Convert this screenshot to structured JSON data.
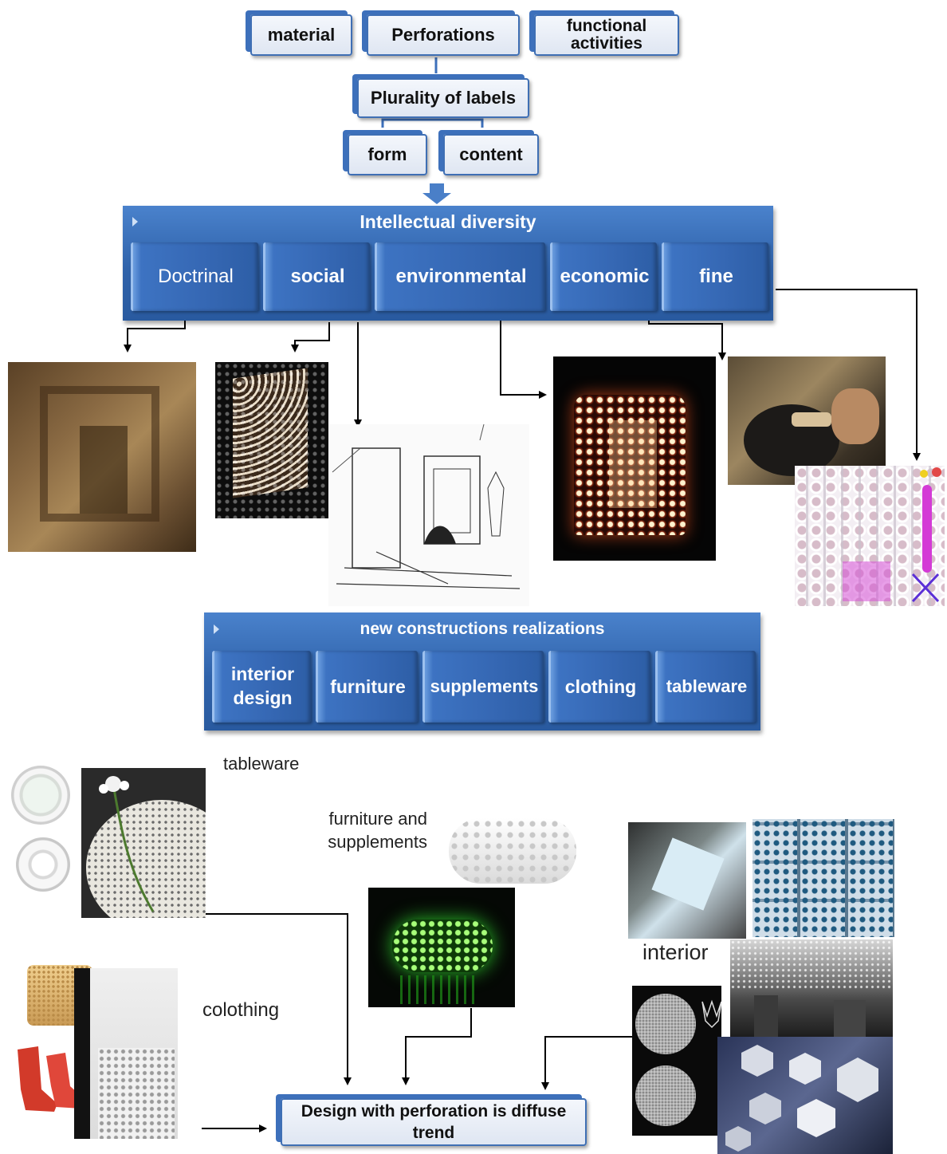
{
  "top_labels": {
    "material": "material",
    "perforations": "Perforations",
    "functional": "functional activities",
    "plurality": "Plurality of labels",
    "form": "form",
    "content": "content"
  },
  "intellectual": {
    "title": "Intellectual diversity",
    "items": [
      "Doctrinal",
      "social",
      "environmental",
      "economic",
      "fine"
    ]
  },
  "realizations": {
    "title": "new constructions realizations",
    "items": [
      "interior design",
      "furniture",
      "supplements",
      "clothing",
      "tableware"
    ]
  },
  "captions": {
    "tableware": "tableware",
    "furniture_supplements": "furniture and supplements",
    "interior": "interior",
    "clothing": "colothing"
  },
  "result": {
    "label": "Design with perforation is diffuse trend"
  },
  "colors": {
    "panel_blue": "#2f62aa",
    "box_border": "#3f6fb4",
    "arrow": "#000000"
  }
}
